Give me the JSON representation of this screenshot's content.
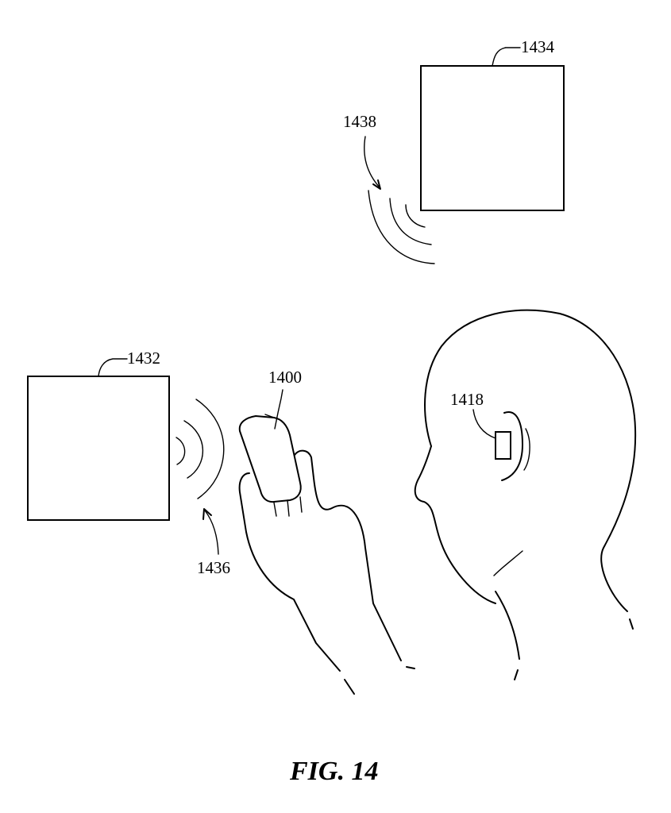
{
  "labels": {
    "device_top": "1434",
    "signal_top": "1438",
    "device_left": "1432",
    "signal_left": "1436",
    "handheld": "1400",
    "earpiece": "1418"
  },
  "caption": "FIG. 14",
  "colors": {
    "line": "#000000",
    "background": "#ffffff"
  }
}
